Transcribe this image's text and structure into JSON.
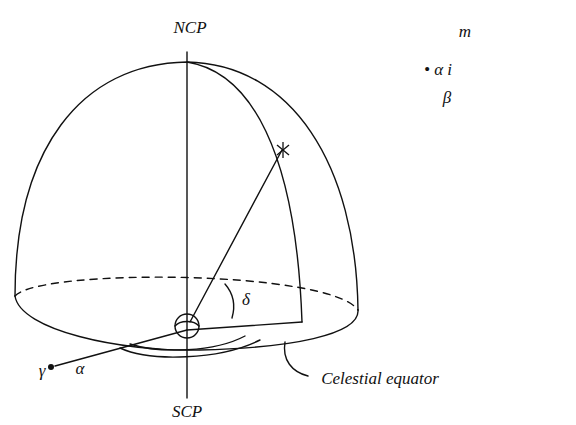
{
  "diagram": {
    "labels": [
      "NCP",
      "SCP",
      "δ",
      "α",
      "γ",
      "Celestial equator",
      "m",
      "• α i",
      "β"
    ]
  }
}
